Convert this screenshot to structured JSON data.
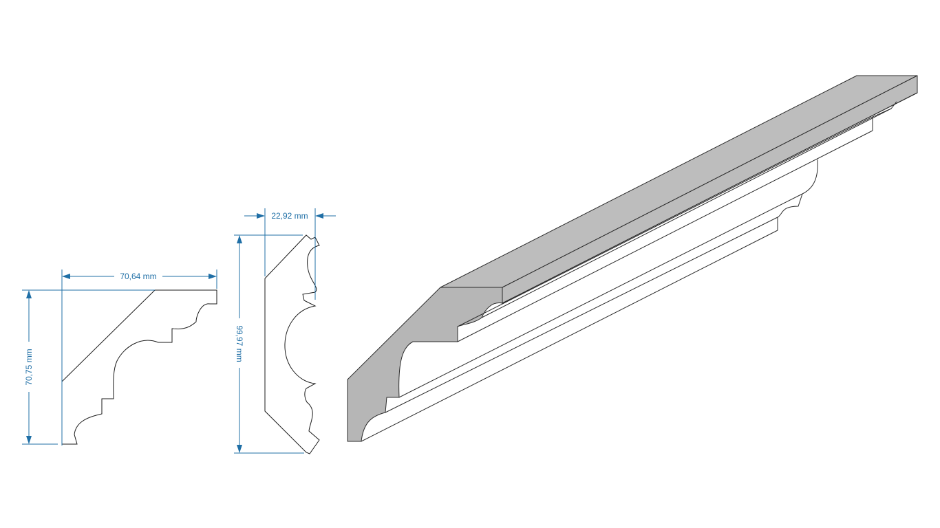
{
  "dimensions": {
    "profile_front_width": "70,64 mm",
    "profile_front_height": "70,75 mm",
    "profile_side_width": "22,92 mm",
    "profile_side_height": "99,97 mm"
  },
  "colors": {
    "dimension": "#1f6fa6",
    "outline": "#1a1a1a",
    "molding_fill": "#bbbbbb"
  }
}
